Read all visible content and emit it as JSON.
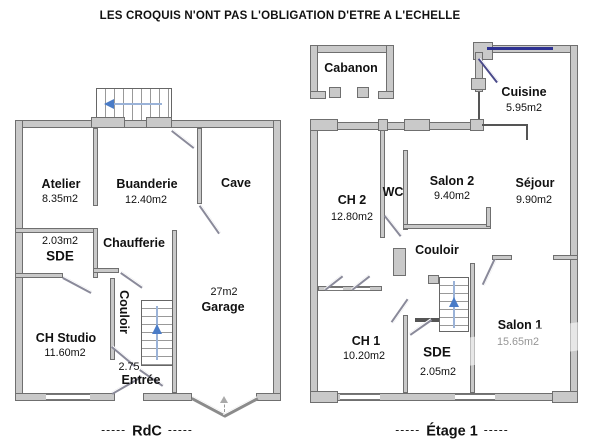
{
  "title": "LES CROQUIS N'ONT PAS L'OBLIGATION D'ETRE A L'ECHELLE",
  "colors": {
    "wall": "#c9c9c9",
    "wall_border": "#6f6f6f",
    "stair_arrow_blue": "#4a7cc7",
    "window_navy": "#2e3192"
  },
  "plans": {
    "rdc": {
      "caption": "RdC",
      "caption_dashes": "-----",
      "rooms": {
        "atelier": {
          "name": "Atelier",
          "area": "8.35m2"
        },
        "buanderie": {
          "name": "Buanderie",
          "area": "12.40m2"
        },
        "cave": {
          "name": "Cave"
        },
        "sde": {
          "name": "SDE",
          "area": "2.03m2"
        },
        "chaufferie": {
          "name": "Chaufferie"
        },
        "couloir": {
          "name": "Couloir"
        },
        "ch_studio": {
          "name": "CH Studio",
          "area": "11.60m2"
        },
        "entree": {
          "name": "Entrée",
          "area": "2.75"
        },
        "garage": {
          "name": "Garage",
          "area": "27m2"
        }
      }
    },
    "etage1": {
      "caption": "Étage 1",
      "caption_dashes": "-----",
      "rooms": {
        "cabanon": {
          "name": "Cabanon"
        },
        "cuisine": {
          "name": "Cuisine",
          "area": "5.95m2"
        },
        "ch2": {
          "name": "CH 2",
          "area": "12.80m2"
        },
        "wc": {
          "name": "WC"
        },
        "salon2": {
          "name": "Salon 2",
          "area": "9.40m2"
        },
        "sejour": {
          "name": "Séjour",
          "area": "9.90m2"
        },
        "couloir": {
          "name": "Couloir"
        },
        "ch1": {
          "name": "CH 1",
          "area": "10.20m2"
        },
        "sde": {
          "name": "SDE",
          "area": "2.05m2"
        },
        "salon1": {
          "name": "Salon 1",
          "area": "15.65m2"
        }
      }
    }
  }
}
